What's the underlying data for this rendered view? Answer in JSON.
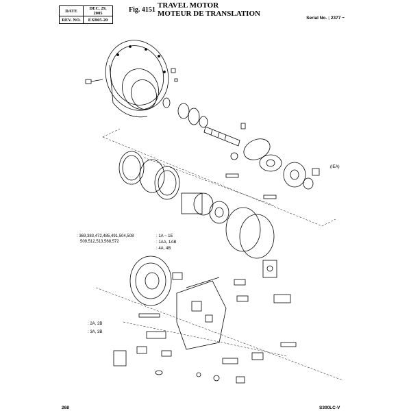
{
  "header": {
    "date_label": "DATE",
    "date_value": "DEC. 29, 2005",
    "rev_label": "REV. NO.",
    "rev_value": "EXB05-20",
    "fig_number": "Fig. 4151",
    "title_en": "TRAVEL MOTOR",
    "title_fr": "MOTEUR DE TRANSLATION",
    "serial": "Serial No. ; 2377 ~"
  },
  "callouts": {
    "part_list_line1": ": 369,383,472,485,491,504,508",
    "part_list_line2": "509,512,513,568,572",
    "ref_1a": ": 1A ~ 1E",
    "ref_1aa": ": 1AA, 1AB",
    "ref_4a": ": 4A, 4B",
    "ref_2a": ": 2A, 2B",
    "ref_3a": ": 3A, 3B",
    "ref_iea": "(IEA)"
  },
  "footer": {
    "page_number": "268",
    "model": "S300LC-V"
  }
}
